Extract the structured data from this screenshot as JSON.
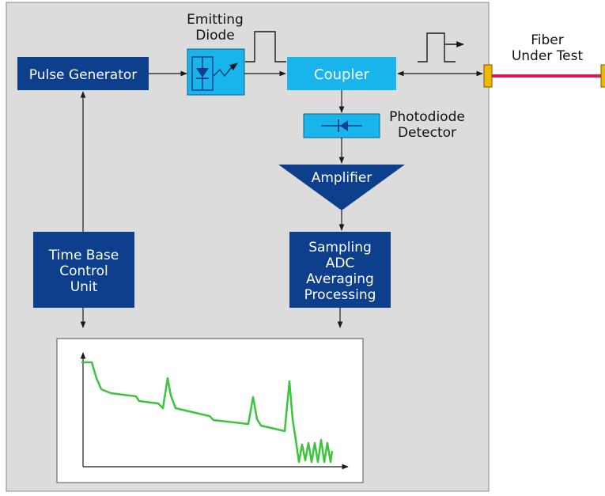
{
  "labels": {
    "pulse_generator": "Pulse Generator",
    "emitting_diode": [
      "Emitting",
      "Diode"
    ],
    "coupler": "Coupler",
    "fiber_under_test": [
      "Fiber",
      "Under Test"
    ],
    "photodiode_detector": [
      "Photodiode",
      "Detector"
    ],
    "amplifier": "Amplifier",
    "time_base": [
      "Time Base",
      "Control",
      "Unit"
    ],
    "sampling": [
      "Sampling",
      "ADC",
      "Averaging",
      "Processing"
    ]
  },
  "colors": {
    "panel_bg": "#dcdcdc",
    "dark_block": "#0d3f8c",
    "light_block": "#18b4ec",
    "fiber": "#e0184a",
    "connector": "#f0b800",
    "trace": "#3cc43c",
    "arrow": "#1a1a1a"
  },
  "icons": [
    "diode-icon",
    "pulse-waveform-icon",
    "photodiode-icon"
  ]
}
